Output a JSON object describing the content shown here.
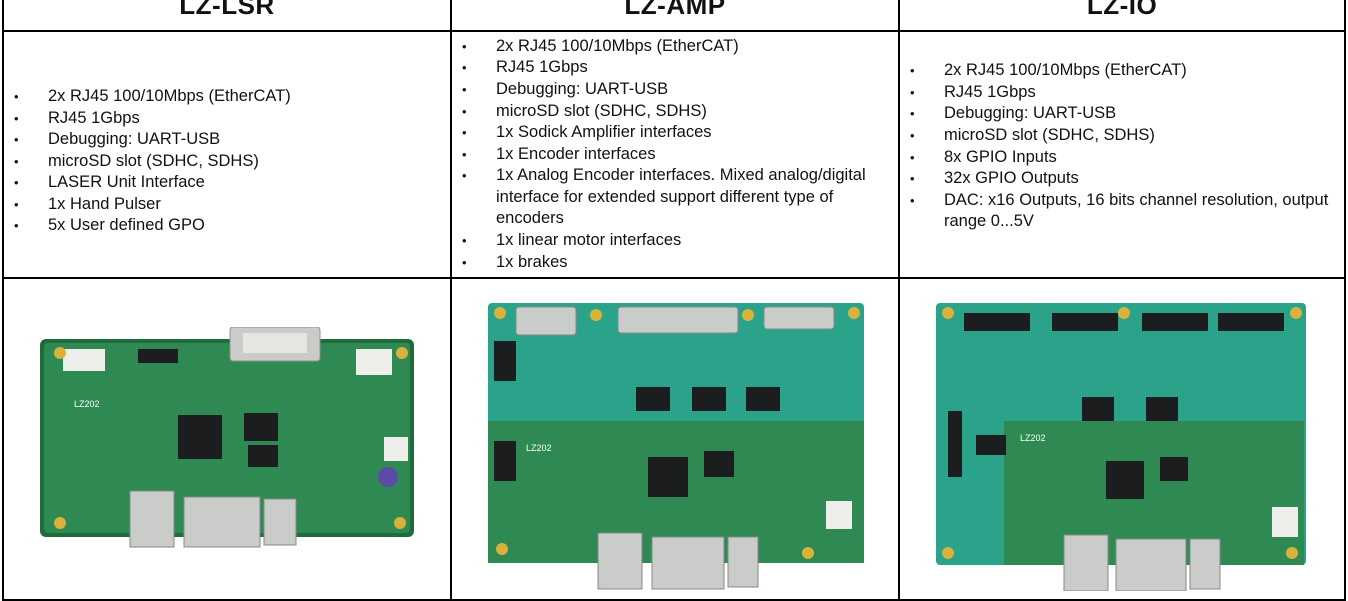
{
  "products": [
    {
      "name": "LZ-LSR",
      "features": [
        "2x RJ45 100/10Mbps (EtherCAT)",
        "RJ45 1Gbps",
        "Debugging: UART-USB",
        "microSD slot (SDHC, SDHS)",
        "LASER Unit Interface",
        "1x Hand Pulser",
        "5x User defined GPO"
      ],
      "board_label": "LZ202"
    },
    {
      "name": "LZ-AMP",
      "features": [
        "2x RJ45 100/10Mbps (EtherCAT)",
        "RJ45 1Gbps",
        "Debugging: UART-USB",
        "microSD slot (SDHC, SDHS)",
        "1x Sodick Amplifier interfaces",
        "1x Encoder interfaces",
        "1x Analog Encoder interfaces. Mixed analog/digital interface for extended support different type of encoders",
        "1x linear motor interfaces",
        "1x brakes"
      ],
      "board_label": "LZ202"
    },
    {
      "name": "LZ-IO",
      "features": [
        "2x RJ45 100/10Mbps (EtherCAT)",
        "RJ45 1Gbps",
        "Debugging: UART-USB",
        "microSD slot (SDHC, SDHS)",
        "8x GPIO Inputs",
        "32x GPIO Outputs",
        "DAC: x16 Outputs, 16 bits channel resolution, output range 0...5V"
      ],
      "board_label": "LZ202"
    }
  ],
  "colors": {
    "pcb_green_dark": "#1f6b3c",
    "pcb_green": "#2e8a52",
    "pcb_teal": "#2aa38a",
    "chip_black": "#1b1d1f",
    "gold": "#d8b23a",
    "metal": "#c9ccc9"
  }
}
